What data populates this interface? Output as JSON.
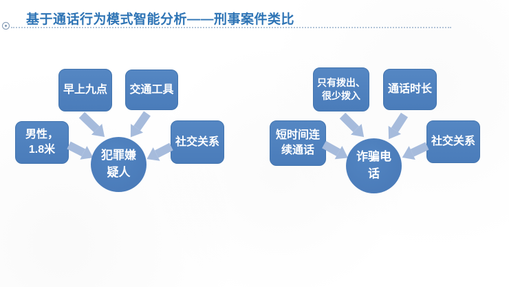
{
  "slide": {
    "title": "基于通话行为模式智能分析——刑事案件类比"
  },
  "colors": {
    "title_blue": "#2e74b5",
    "node_blue": "#4e80bd",
    "arrow_blue": "#a6bbdc",
    "node_text": "#ffffff"
  },
  "diagram": {
    "left_cluster": {
      "center_label": "犯罪嫌\n疑人",
      "factor_male": "男性，\n1.8米",
      "factor_morning": "早上九点",
      "factor_transport": "交通工具",
      "factor_social": "社交关系"
    },
    "right_cluster": {
      "center_label": "诈骗电\n话",
      "factor_short_calls": "短时间连\n续通话",
      "factor_outgoing": "只有拨出、\n很少拨入",
      "factor_duration": "通话时长",
      "factor_social": "社交关系"
    }
  }
}
